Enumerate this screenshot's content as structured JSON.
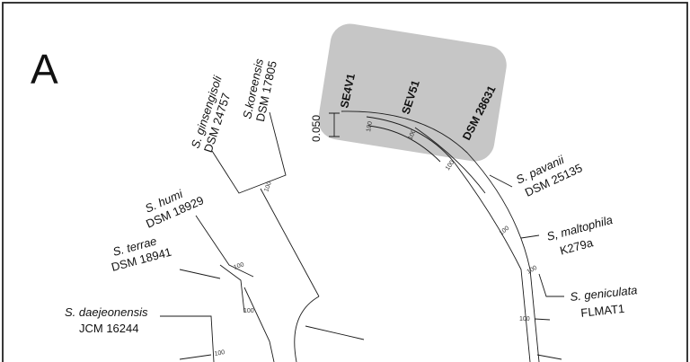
{
  "panel_label": "A",
  "scale_bar": "0.050",
  "taxa": [
    {
      "species": "S.koreensis",
      "strain": "DSM 17805"
    },
    {
      "species": "S. ginsengisoli",
      "strain": "DSM 24757"
    },
    {
      "species": "S. humi",
      "strain": "DSM 18929"
    },
    {
      "species": "S. terrae",
      "strain": "DSM 18941"
    },
    {
      "species": "S. daejeonensis",
      "strain": "JCM 16244"
    },
    {
      "species": "S. pavanii",
      "strain": "DSM 25135"
    },
    {
      "species": "S, maltophila",
      "strain": "K279a"
    },
    {
      "species": "S. geniculata",
      "strain": "FLMAT1"
    }
  ],
  "highlighted_strains": [
    "SE4V1",
    "SEV51",
    "DSM 28631"
  ],
  "bootstrap_values": [
    "100",
    "100",
    "100",
    "100",
    "100",
    "100",
    "100",
    "100",
    "100",
    "100"
  ],
  "colors": {
    "highlight": "#c6c6c6",
    "line": "#1a1a1a",
    "frame": "#222222"
  }
}
